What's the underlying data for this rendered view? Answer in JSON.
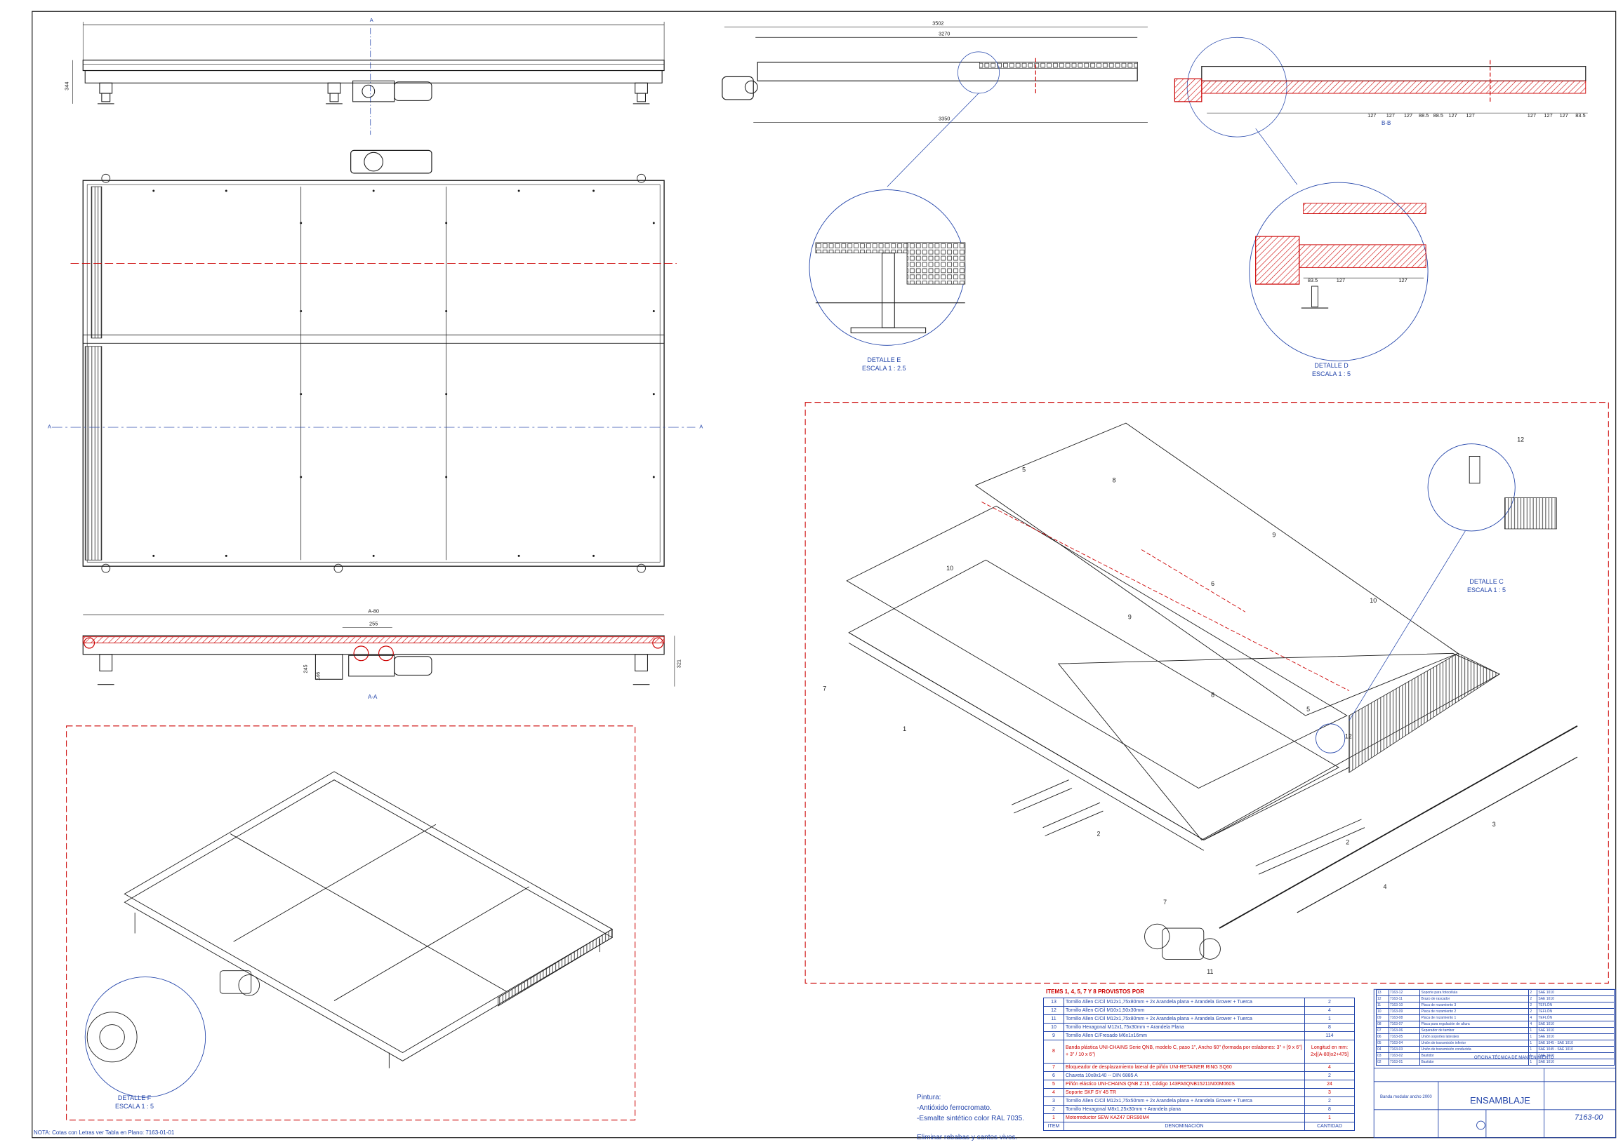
{
  "views": {
    "top_elevation": {
      "section_letter": "A",
      "height_dim": "344"
    },
    "right_elevation": {
      "dim_overall": "3502",
      "dim_inner": "3270",
      "dim_base": "3350"
    },
    "section_bb": {
      "label": "B-B",
      "dims": [
        "127",
        "127",
        "127",
        "88.5",
        "88.5",
        "127",
        "127",
        "127",
        "127",
        "127",
        "83.5"
      ]
    },
    "section_aa": {
      "label": "A-A",
      "dim_width": "A-80",
      "dim_drive": "255",
      "dim_h1": "245",
      "dim_h2": "146",
      "dim_height": "321"
    },
    "plan_view": {
      "section_letter": "A"
    }
  },
  "details": {
    "e": {
      "title": "DETALLE E",
      "scale": "ESCALA 1 : 2.5"
    },
    "d": {
      "title": "DETALLE D",
      "scale": "ESCALA 1 : 5",
      "dims": [
        "83.5",
        "127",
        "127"
      ]
    },
    "c": {
      "title": "DETALLE C",
      "scale": "ESCALA 1 : 5"
    },
    "f": {
      "title": "DETALLE F",
      "scale": "ESCALA 1 : 5"
    }
  },
  "balloons": [
    "1",
    "2",
    "2",
    "3",
    "4",
    "5",
    "5",
    "6",
    "7",
    "7",
    "8",
    "8",
    "9",
    "9",
    "10",
    "10",
    "11",
    "12",
    "12"
  ],
  "notes": {
    "bottom_left": "NOTA: Cotas con Letras ver Tabla en Plano: 7163-01-01",
    "paint": [
      "Pintura:",
      "-Antióxido ferrocromato.",
      "-Esmalte sintético color RAL 7035."
    ],
    "cleaning": "Eliminar rebabas y cantos vivos."
  },
  "bom": {
    "header": "ITEMS 1, 4, 5, 7 Y 8 PROVISTOS POR",
    "rows": [
      {
        "item": "13",
        "desc": "Tornillo Allen C/Cil M12x1,75x80mm + 2x Arandela plana + Arandela Grower + Tuerca",
        "qty": "2",
        "red": false
      },
      {
        "item": "12",
        "desc": "Tornillo Allen C/Cil M10x1,50x30mm",
        "qty": "4",
        "red": false
      },
      {
        "item": "11",
        "desc": "Tornillo Allen C/Cil M12x1,75x80mm + 2x Arandela plana + Arandela Grower + Tuerca",
        "qty": "1",
        "red": false
      },
      {
        "item": "10",
        "desc": "Tornillo Hexagonal M12x1,75x30mm + Arandela Plana",
        "qty": "8",
        "red": false
      },
      {
        "item": "9",
        "desc": "Tornillo Allen C/Fresado M6x1x16mm",
        "qty": "114",
        "red": false
      },
      {
        "item": "8",
        "desc": "Banda plástica UNI-CHAINS Serie QNB, modelo C, paso 1\", Ancho 60\" (formada por eslabones: 3\" + [9 x 6\"] + 3\" / 10 x 6\")",
        "qty": "Longitud en mm: 2x[(A-80)x2+475]",
        "red": true
      },
      {
        "item": "7",
        "desc": "Bloqueador de desplazamiento lateral de piñón UNI-RETAINER RING SQ60",
        "qty": "4",
        "red": true
      },
      {
        "item": "6",
        "desc": "Chaveta 10x8x140 -- DIN 6885 A",
        "qty": "2",
        "red": false
      },
      {
        "item": "5",
        "desc": "Piñón elástico UNI-CHAINS QNB Z:15, Código 143PA6QNB15211N00M060S",
        "qty": "24",
        "red": true
      },
      {
        "item": "4",
        "desc": "Soporte SKF SY 45 TR",
        "qty": "3",
        "red": true
      },
      {
        "item": "3",
        "desc": "Tornillo Allen C/Cil M12x1,75x50mm + 2x Arandela plana + Arandela Grower + Tuerca",
        "qty": "2",
        "red": false
      },
      {
        "item": "2",
        "desc": "Tornillo Hexagonal M8x1,25x30mm + Arandela plana",
        "qty": "8",
        "red": false
      },
      {
        "item": "1",
        "desc": "Motorreductor SEW KAZ47 DRS90M4",
        "qty": "1",
        "red": true
      }
    ],
    "footer": {
      "item": "ITEM",
      "desc": "DENOMINACIÓN",
      "qty": "CANTIDAD"
    }
  },
  "parts_table": [
    [
      "13",
      "7163-12",
      "Soporte para fotocélula",
      "2",
      "SAE 1010"
    ],
    [
      "12",
      "7163-11",
      "Brazo de rascador",
      "2",
      "SAE 1010"
    ],
    [
      "11",
      "7163-10",
      "Placa de rozamiento 3",
      "2",
      "TEFLÓN"
    ],
    [
      "10",
      "7163-09",
      "Placa de rozamiento 2",
      "2",
      "TEFLÓN"
    ],
    [
      "09",
      "7163-08",
      "Placa de rozamiento 1",
      "4",
      "TEFLÓN"
    ],
    [
      "08",
      "7163-07",
      "Placa para regulación de altura",
      "4",
      "SAE 1010"
    ],
    [
      "07",
      "7163-06",
      "Separador de tambor",
      "1",
      "SAE 1010"
    ],
    [
      "06",
      "7163-05",
      "Unión soportes laterales",
      "1",
      "SAE 1010"
    ],
    [
      "05",
      "7163-04",
      "Unión de transmisión inferior",
      "1",
      "SAE 1045 - SAE 1010"
    ],
    [
      "04",
      "7163-03",
      "Unión de transmisión conducida",
      "1",
      "SAE 1045 - SAE 1010"
    ],
    [
      "03",
      "7163-02",
      "Bastidor",
      "1",
      "SAE 1010"
    ],
    [
      "02",
      "7163-01",
      "Bastidor",
      "1",
      "SAE 1010"
    ]
  ],
  "title_block": {
    "title": "ENSAMBLAJE",
    "office": "OFICINA TÉCNICA DE MANTENIMIENTO",
    "description": "Banda modular ancho 2000",
    "drawing_number": "7163-00"
  },
  "colors": {
    "line": "#1a1a1a",
    "annotation": "#2244aa",
    "highlight": "#cc0000",
    "border": "#cc0000"
  }
}
